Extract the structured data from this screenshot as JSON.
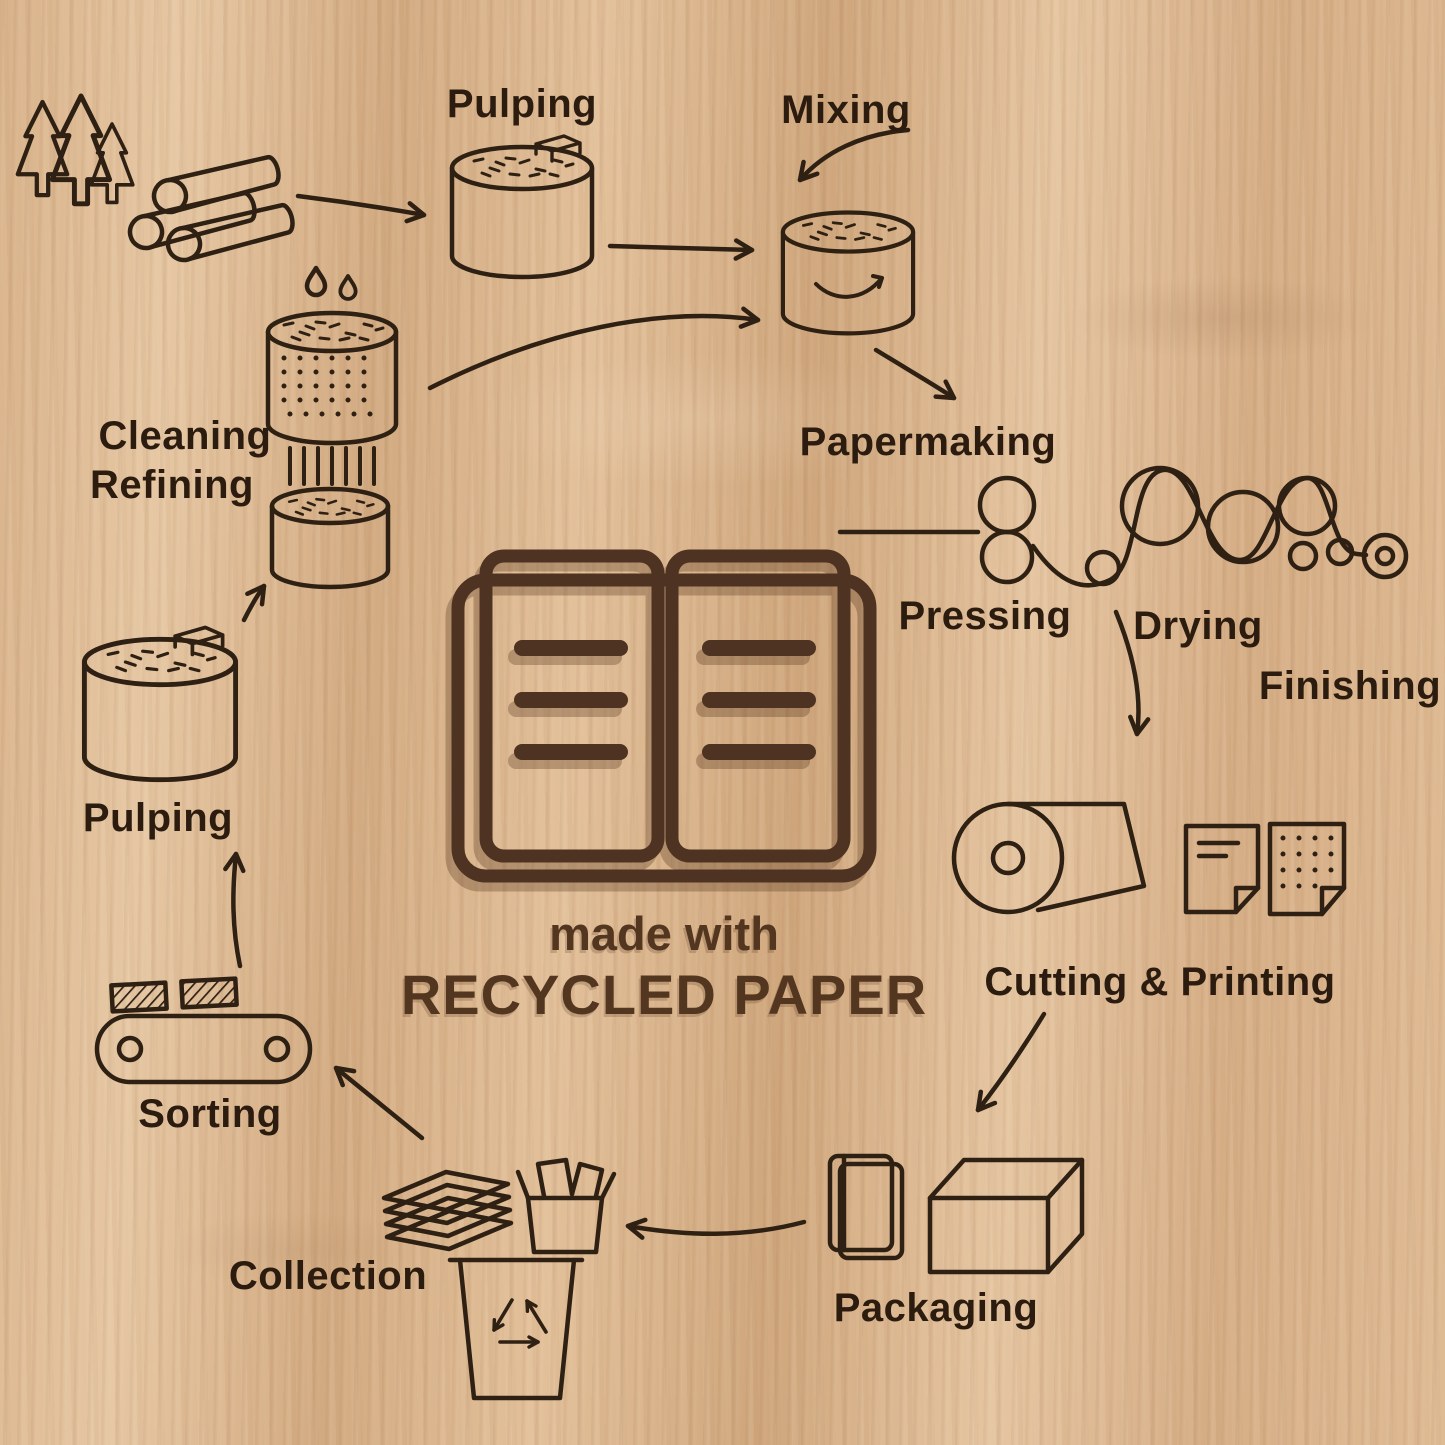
{
  "poster": {
    "center": {
      "tagline_line1": "made with",
      "tagline_line2": "RECYCLED PAPER"
    },
    "labels": {
      "pulping_top": "Pulping",
      "mixing": "Mixing",
      "cleaning": "Cleaning",
      "refining": "Refining",
      "papermaking": "Papermaking",
      "pressing": "Pressing",
      "drying": "Drying",
      "finishing": "Finishing",
      "pulping_recycled": "Pulping",
      "sorting": "Sorting",
      "collection": "Collection",
      "packaging": "Packaging",
      "cutting_printing": "Cutting & Printing"
    },
    "colors": {
      "wood_base": "#d9b48d",
      "line_ink": "#2e2013",
      "center_brown": "#53361f"
    },
    "icons": [
      "trees-icon",
      "logs-icon",
      "pulping-vat-icon",
      "mixing-vat-icon",
      "water-drops-icon",
      "cleaning-drum-icon",
      "refining-drum-icon",
      "papermaking-machine-icon",
      "paper-roll-icon",
      "printed-sheets-icon",
      "recycled-pulping-vat-icon",
      "conveyor-sorting-icon",
      "paper-stack-icon",
      "collection-box-icon",
      "recycling-bin-icon",
      "notebook-icon",
      "shipping-box-icon",
      "open-book-icon"
    ]
  }
}
